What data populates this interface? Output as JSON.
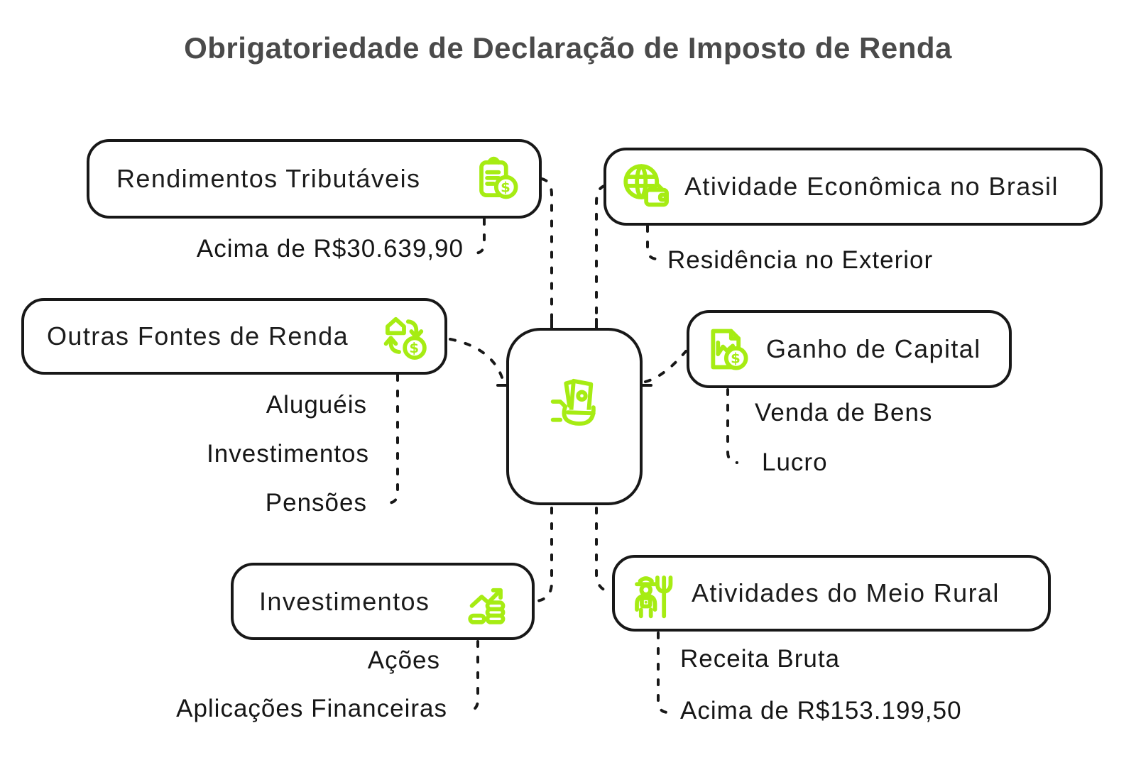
{
  "title": "Obrigatoriedade de Declaração de Imposto de Renda",
  "colors": {
    "accent_green": "#a6ec13",
    "line_black": "#181818",
    "title_gray": "#4a4a4a",
    "body_text": "#161616"
  },
  "central": {
    "icon": "hand-holding-money-icon"
  },
  "branches": [
    {
      "label": "Rendimentos Tributáveis",
      "icon": "clipboard-dollar-icon",
      "children": [
        "Acima de R$30.639,90"
      ]
    },
    {
      "label": "Atividade Econômica no Brasil",
      "icon": "globe-wallet-icon",
      "children": [
        "Residência no Exterior"
      ]
    },
    {
      "label": "Outras Fontes de Renda",
      "icon": "house-money-exchange-icon",
      "children": [
        "Aluguéis",
        "Investimentos",
        "Pensões"
      ]
    },
    {
      "label": "Ganho de Capital",
      "icon": "document-chart-dollar-icon",
      "children": [
        "Venda de Bens",
        "Lucro"
      ]
    },
    {
      "label": "Investimentos",
      "icon": "growth-chart-coins-icon",
      "children": [
        "Ações",
        "Aplicações Financeiras"
      ]
    },
    {
      "label": "Atividades do Meio Rural",
      "icon": "farmer-pitchfork-icon",
      "children": [
        "Receita Bruta",
        "Acima de R$153.199,50"
      ]
    }
  ]
}
